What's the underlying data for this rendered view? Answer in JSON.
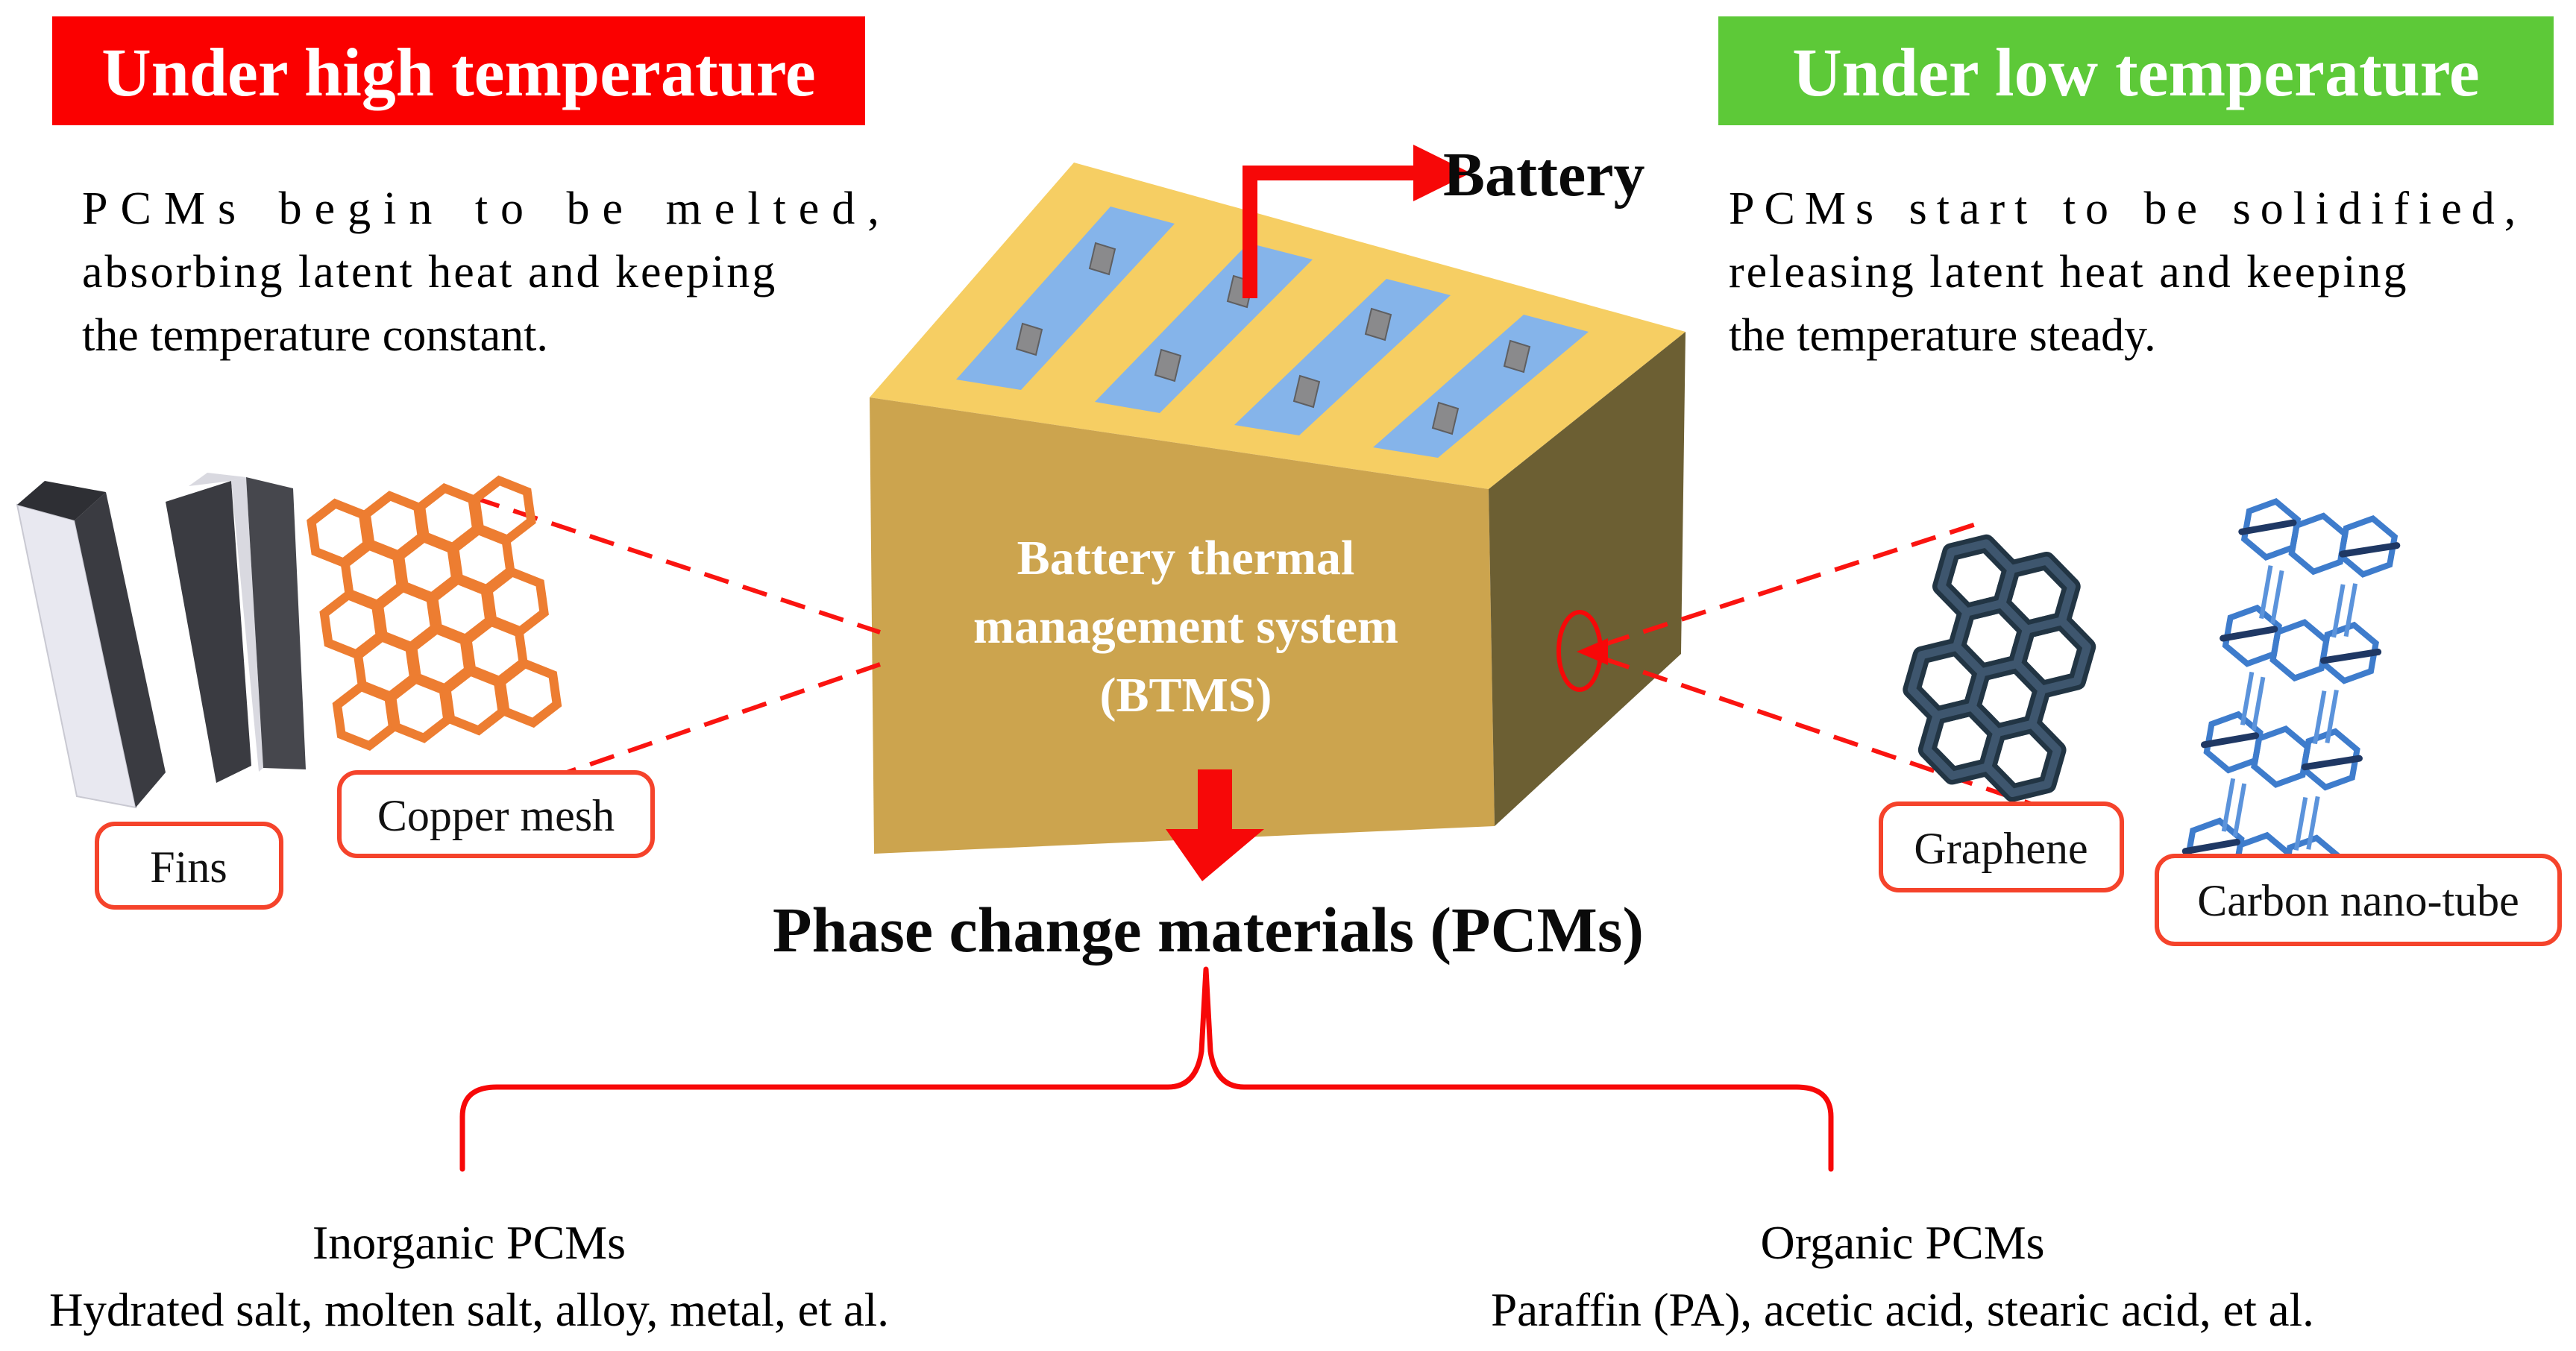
{
  "banners": {
    "high": {
      "label": "Under high temperature",
      "bg": "#FB0000"
    },
    "low": {
      "label": "Under low temperature",
      "bg": "#5DC938"
    }
  },
  "paragraphs": {
    "high": {
      "lines": [
        "PCMs begin to be melted,",
        "absorbing latent heat and keeping",
        "the temperature constant."
      ]
    },
    "low": {
      "lines": [
        "PCMs start to be solidified,",
        "releasing latent heat and keeping",
        "the temperature steady."
      ]
    }
  },
  "battery_label": "Battery",
  "btms_box": {
    "lines": [
      "Battery thermal",
      "management system",
      "(BTMS)"
    ]
  },
  "pcm_title": "Phase change materials (PCMs)",
  "component_labels": {
    "fins": "Fins",
    "copper_mesh": "Copper mesh",
    "graphene": "Graphene",
    "cnt": "Carbon nano-tube"
  },
  "categories": {
    "inorganic": {
      "title": "Inorganic PCMs",
      "examples": "Hydrated salt, molten salt, alloy, metal, et al."
    },
    "organic": {
      "title": "Organic PCMs",
      "examples": "Paraffin (PA), acetic acid, stearic acid, et al."
    }
  },
  "colors": {
    "banner_high": "#FB0000",
    "banner_low": "#5DC938",
    "accent_red": "#F70808",
    "label_border": "#F5432B",
    "box_top": "#F6CE63",
    "box_front": "#CCA44E",
    "box_right": "#6C5F33",
    "slot_blue": "#85B4EA",
    "terminal_gray": "#8A8A8C",
    "copper": "#ED7D31",
    "graphene_dark": "#223544",
    "graphene_light": "#3E566E",
    "cnt_blue": "#3E7CCC",
    "cnt_navy": "#1F3864",
    "fin_dark": "#3A3B41",
    "fin_light": "#E8E8F0"
  }
}
